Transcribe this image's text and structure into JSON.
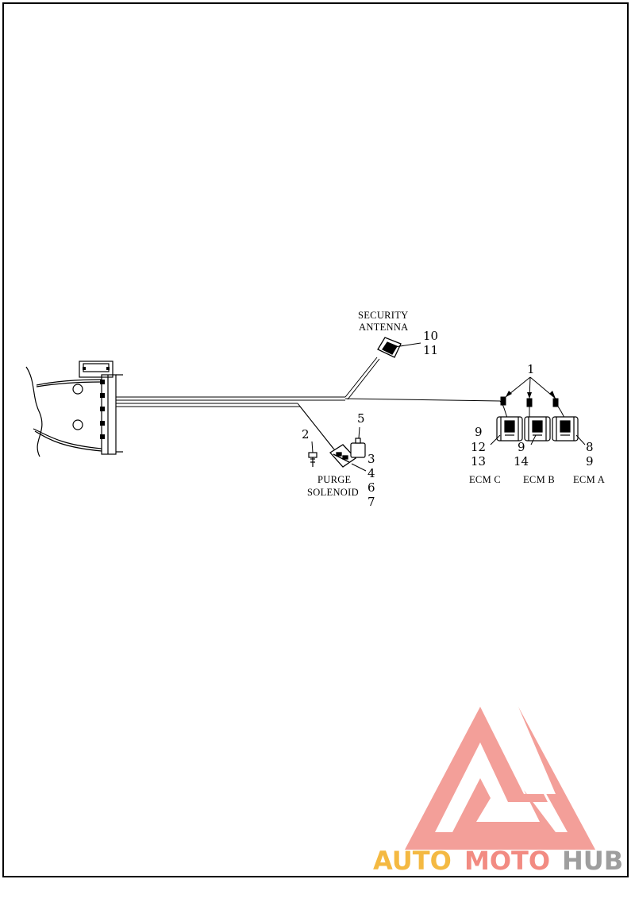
{
  "callouts": {
    "c1": "1",
    "c2": "2",
    "c3": "3",
    "c4": "4",
    "c5": "5",
    "c6": "6",
    "c7": "7",
    "c8": "8",
    "c9_c": "9",
    "c9_b": "9",
    "c9_a": "9",
    "c10": "10",
    "c11": "11",
    "c12": "12",
    "c13": "13",
    "c14": "14"
  },
  "labels": {
    "security_antenna": [
      "SECURITY",
      "ANTENNA"
    ],
    "purge_solenoid": [
      "PURGE",
      "SOLENOID"
    ],
    "ecm_c": "ECM C",
    "ecm_b": "ECM B",
    "ecm_a": "ECM A"
  },
  "watermark": {
    "text_1": "AUTO",
    "text_2": "MOTO",
    "text_3": "HUB",
    "colors": {
      "auto": "#f4b942",
      "moto": "#f28b82",
      "hub": "#9e9e9e",
      "logo": "#f08078"
    }
  }
}
